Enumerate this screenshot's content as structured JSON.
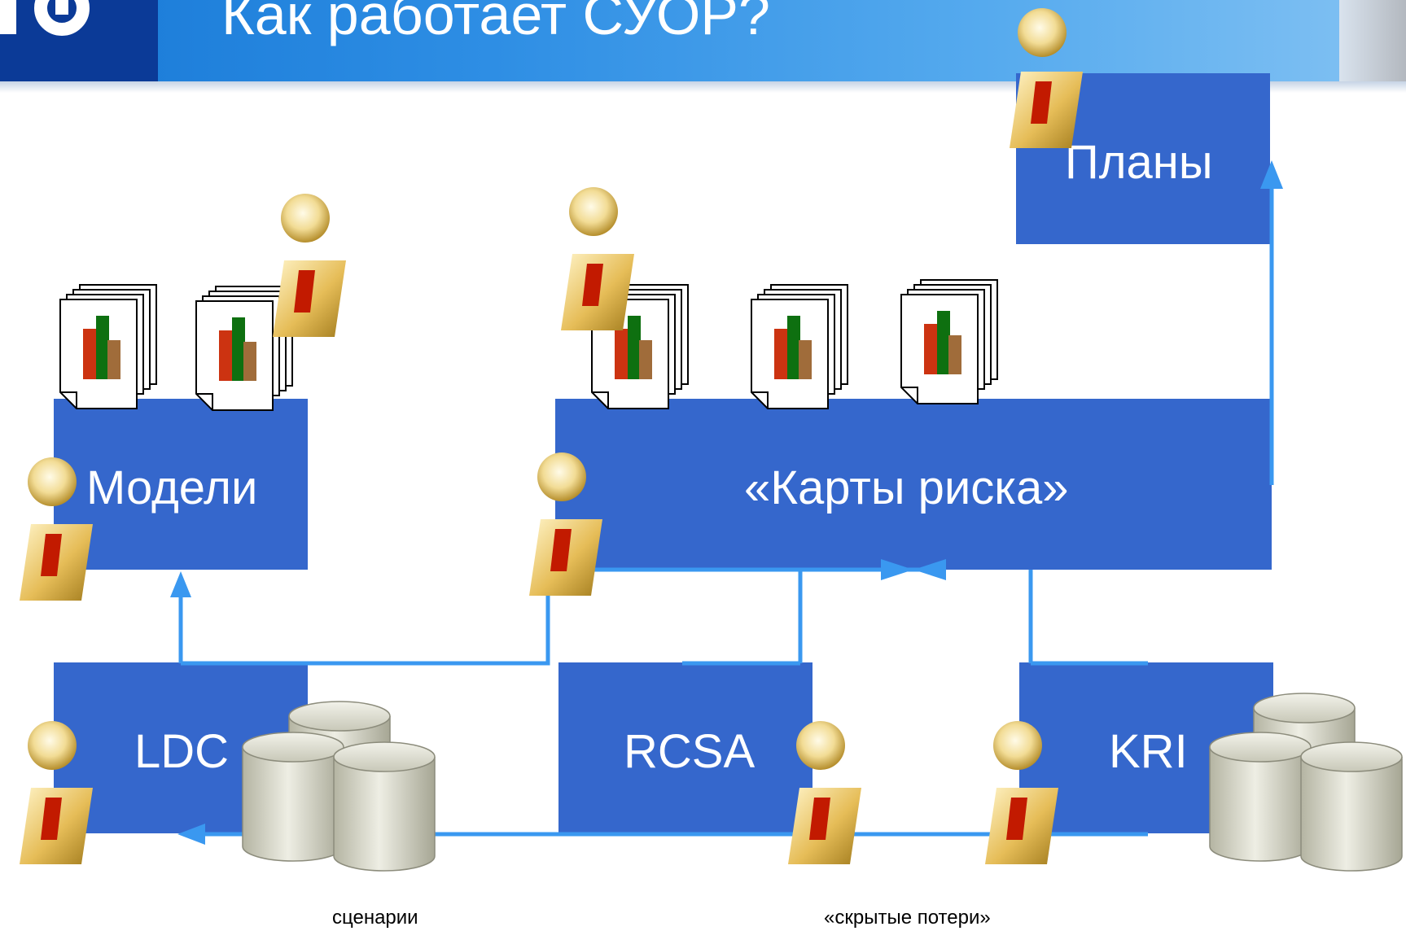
{
  "title": "Как работает СУОР?",
  "boxes": {
    "plans": "Планы",
    "models": "Модели",
    "risk_maps": "«Карты риска»",
    "ldc": "LDC",
    "rcsa": "RCSA",
    "kri": "KRI"
  },
  "captions": {
    "scenarios": "сценарии",
    "hidden_losses": "«скрытые потери»"
  },
  "icons": {
    "logo": "power-logo-icon",
    "person": "person-icon",
    "document": "report-document-icon",
    "database": "database-icon"
  },
  "colors": {
    "box": "#3567cc",
    "arrow": "#3a98f0",
    "header": "#2e8ee4",
    "logo_bg": "#0b3a97"
  }
}
